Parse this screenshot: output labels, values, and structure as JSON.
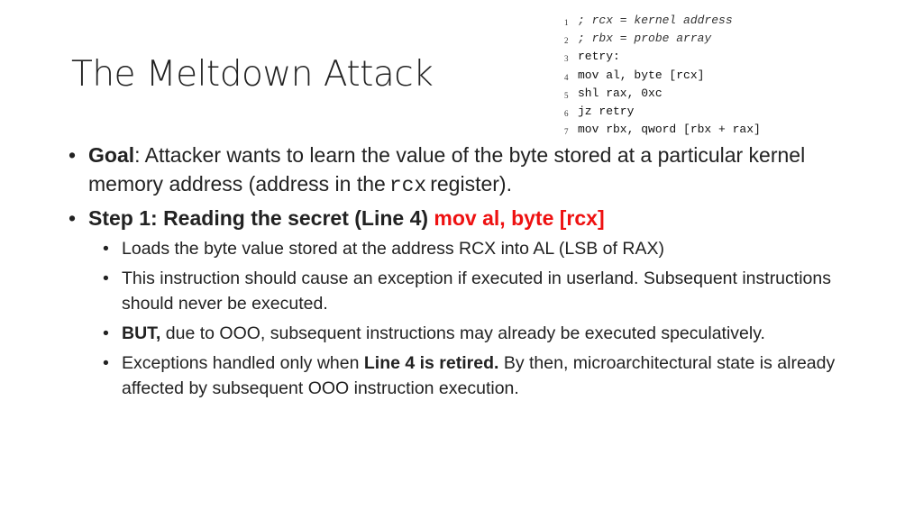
{
  "slide": {
    "title": "The Meltdown Attack"
  },
  "code": {
    "lines": [
      {
        "n": "1",
        "text": "; rcx = kernel address"
      },
      {
        "n": "2",
        "text": "; rbx = probe array"
      },
      {
        "n": "3",
        "text": "retry:"
      },
      {
        "n": "4",
        "text": "mov al, byte [rcx]"
      },
      {
        "n": "5",
        "text": "shl rax, 0xc"
      },
      {
        "n": "6",
        "text": "jz retry"
      },
      {
        "n": "7",
        "text": "mov rbx, qword [rbx + rax]"
      }
    ]
  },
  "bullets": {
    "goal": {
      "label": "Goal",
      "text_a": ": Attacker wants to learn the value of the byte stored at a particular kernel memory address (address in the",
      "code": "rcx",
      "text_b": "register)."
    },
    "step1": {
      "label": "Step 1: Reading the secret (Line 4)",
      "code": "mov al, byte [rcx]"
    },
    "sub": {
      "s1": "Loads the byte value stored at the address RCX into AL (LSB of RAX)",
      "s2": "This instruction should cause an exception if executed in userland. Subsequent instructions should never be executed.",
      "s3_bold": "BUT,",
      "s3_text": "due to OOO, subsequent instructions may already be executed speculatively.",
      "s4_a": "Exceptions handled only when",
      "s4_bold": "Line 4 is retired.",
      "s4_b": "By then, microarchitectural state is already affected by subsequent OOO instruction execution."
    }
  }
}
